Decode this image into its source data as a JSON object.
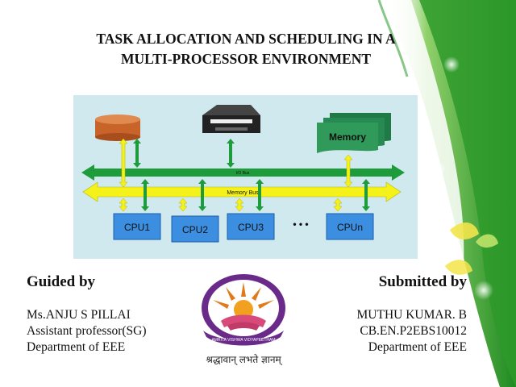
{
  "title": {
    "line1": "TASK ALLOCATION AND SCHEDULING IN A",
    "line2": "MULTI-PROCESSOR ENVIRONMENT"
  },
  "diagram": {
    "io_bus_label": "I/O Bus",
    "memory_bus_label": "Memory Bus",
    "memory_label": "Memory",
    "cpus": [
      "CPU1",
      "CPU2",
      "CPU3",
      "CPUn"
    ],
    "ellipsis": "• • •"
  },
  "guided": {
    "heading": "Guided by",
    "name": "Ms.ANJU S PILLAI",
    "designation": "Assistant professor(SG)",
    "department": "Department of EEE"
  },
  "submitted": {
    "heading": "Submitted by",
    "name": "MUTHU KUMAR. B",
    "reg_no": "CB.EN.P2EBS10012",
    "department": "Department of EEE"
  },
  "logo": {
    "motto": "श्रद्धावान् लभते ज्ञानम्",
    "ring_text": "AMRITA VISHWA VIDYAPEETHAM"
  },
  "colors": {
    "green_bus": "#1e9c3c",
    "yellow_bus": "#f4f21a",
    "diagram_bg": "#cfe9ef",
    "cpu_box": "#3c8fe0",
    "memory_box": "#2f9a5a",
    "disk": "#c8642a",
    "deco_green": "#2e9a2a"
  }
}
